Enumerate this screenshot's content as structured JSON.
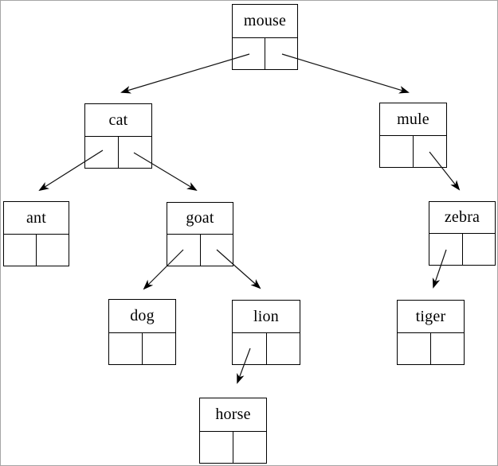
{
  "diagram": {
    "type": "binary-tree",
    "colors": {
      "line": "#000000",
      "background": "#ffffff",
      "frame_border": "#a6a6a6"
    }
  },
  "nodes": [
    {
      "id": "mouse",
      "label": "mouse"
    },
    {
      "id": "cat",
      "label": "cat"
    },
    {
      "id": "mule",
      "label": "mule"
    },
    {
      "id": "ant",
      "label": "ant"
    },
    {
      "id": "goat",
      "label": "goat"
    },
    {
      "id": "zebra",
      "label": "zebra"
    },
    {
      "id": "dog",
      "label": "dog"
    },
    {
      "id": "lion",
      "label": "lion"
    },
    {
      "id": "tiger",
      "label": "tiger"
    },
    {
      "id": "horse",
      "label": "horse"
    }
  ],
  "edges": [
    {
      "from": "mouse",
      "from_pointer": "left",
      "to": "cat"
    },
    {
      "from": "mouse",
      "from_pointer": "right",
      "to": "mule"
    },
    {
      "from": "cat",
      "from_pointer": "left",
      "to": "ant"
    },
    {
      "from": "cat",
      "from_pointer": "right",
      "to": "goat"
    },
    {
      "from": "mule",
      "from_pointer": "right",
      "to": "zebra"
    },
    {
      "from": "goat",
      "from_pointer": "left",
      "to": "dog"
    },
    {
      "from": "goat",
      "from_pointer": "right",
      "to": "lion"
    },
    {
      "from": "zebra",
      "from_pointer": "left",
      "to": "tiger"
    },
    {
      "from": "lion",
      "from_pointer": "left",
      "to": "horse"
    }
  ]
}
